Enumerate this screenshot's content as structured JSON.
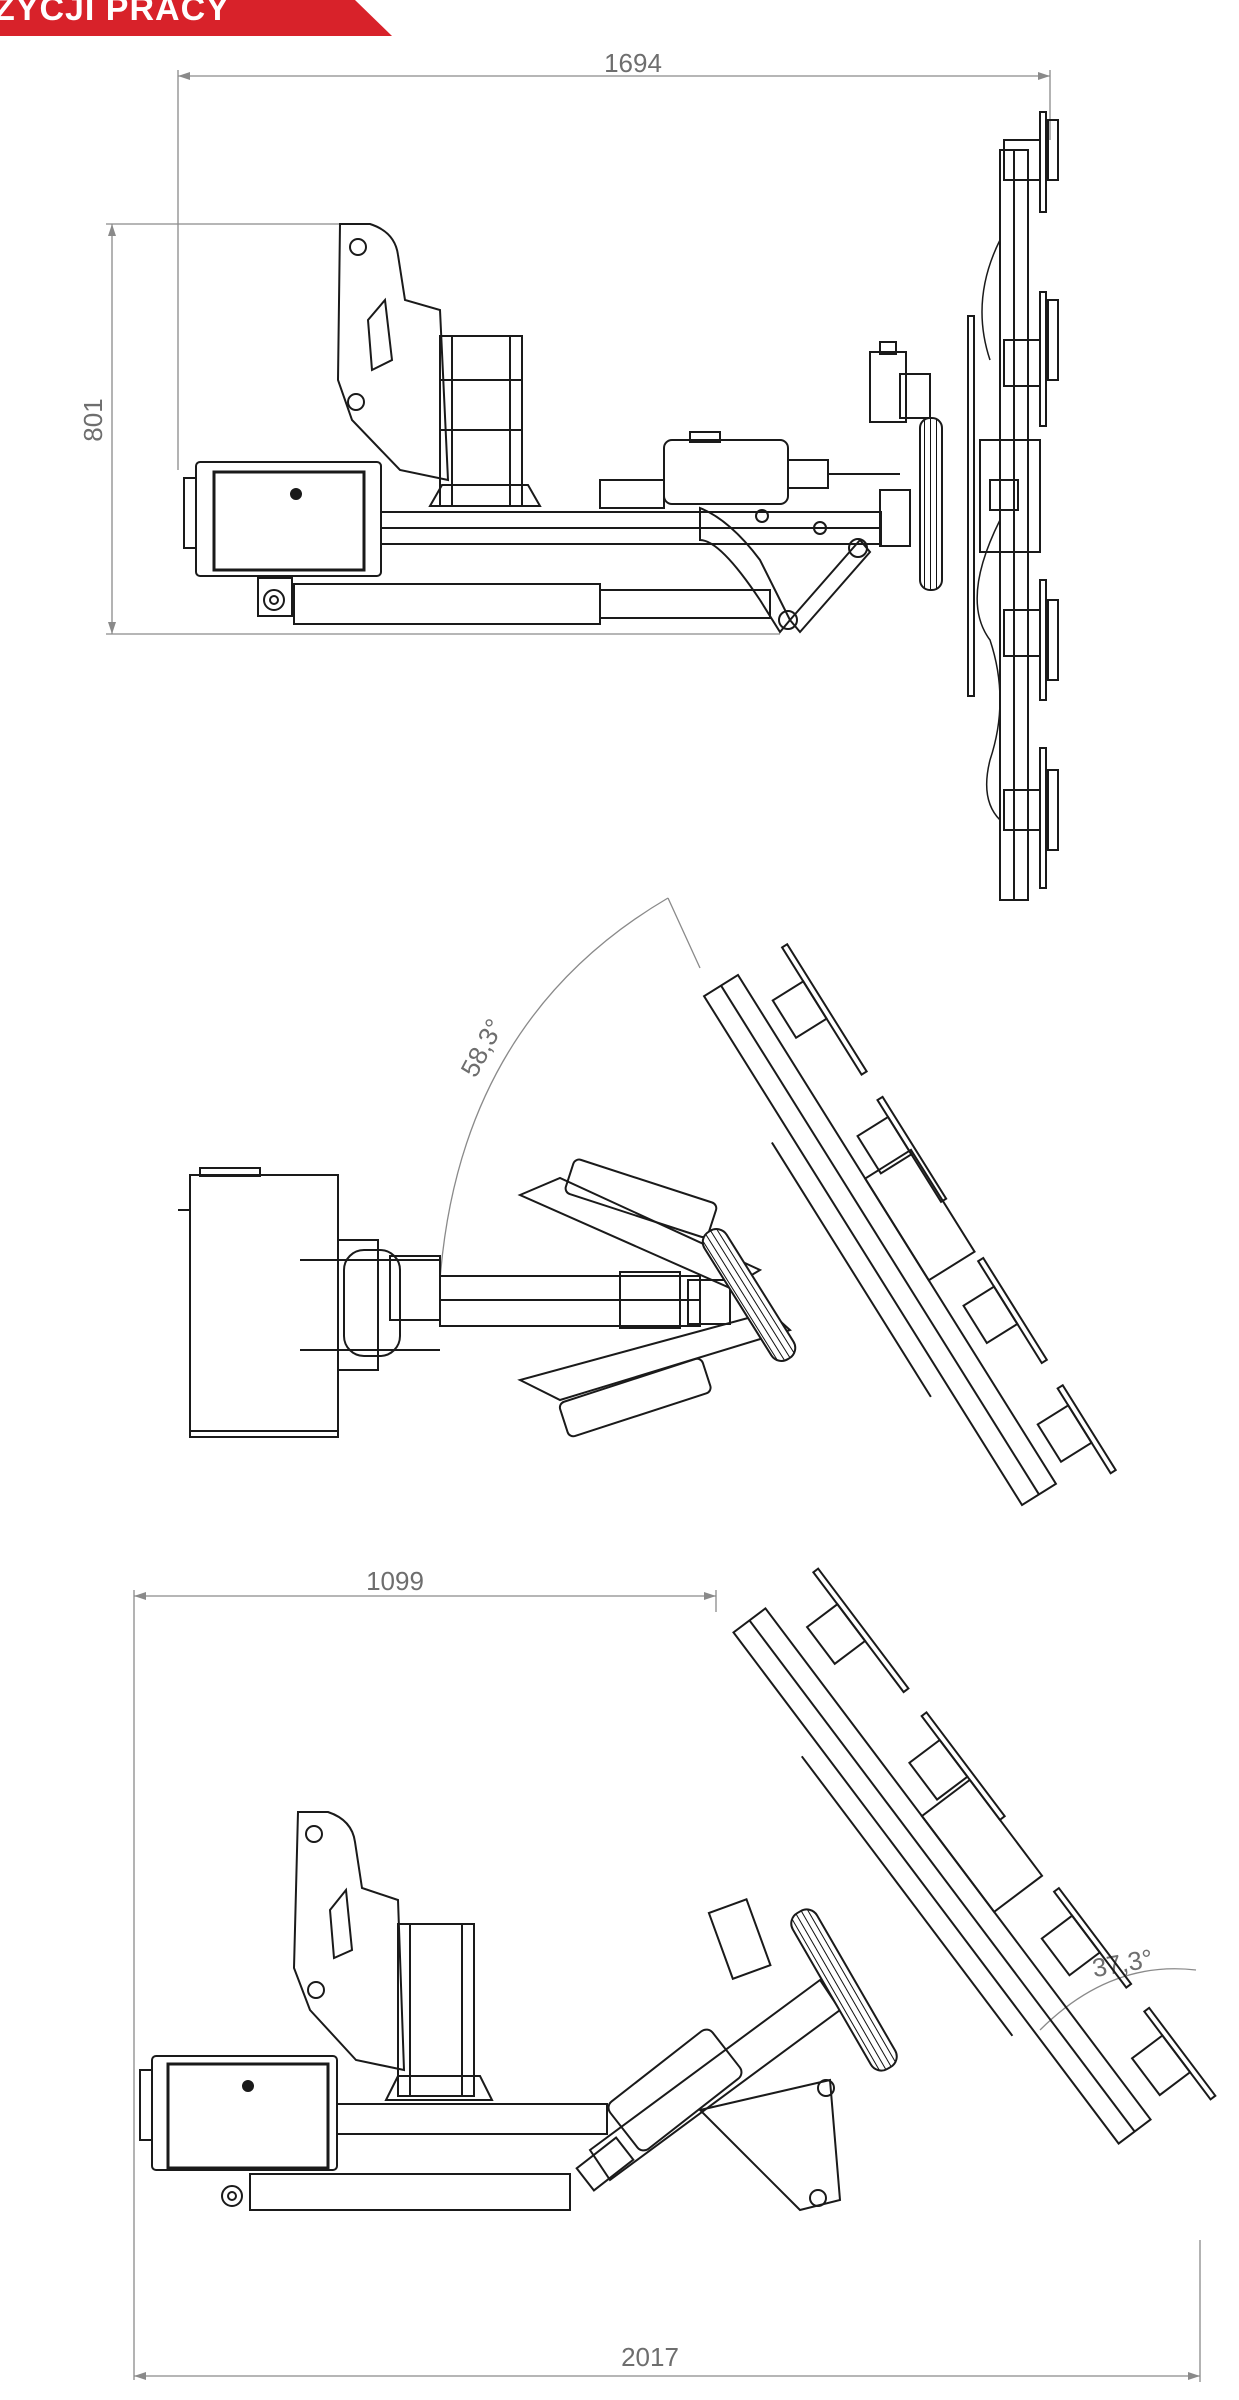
{
  "header": {
    "title": "ZYCJI PRACY",
    "color": "#d8222a"
  },
  "views": [
    {
      "name": "top-view",
      "dimensions": {
        "width": "1694",
        "height": "801"
      }
    },
    {
      "name": "middle-view",
      "dimensions": {
        "angle": "58,3°"
      }
    },
    {
      "name": "bottom-view",
      "dimensions": {
        "reach": "1099",
        "total_width": "2017",
        "angle": "37,3°"
      }
    }
  ],
  "colors": {
    "line": "#1a1a1a",
    "dimension": "#7a7a7a",
    "background": "#ffffff"
  }
}
